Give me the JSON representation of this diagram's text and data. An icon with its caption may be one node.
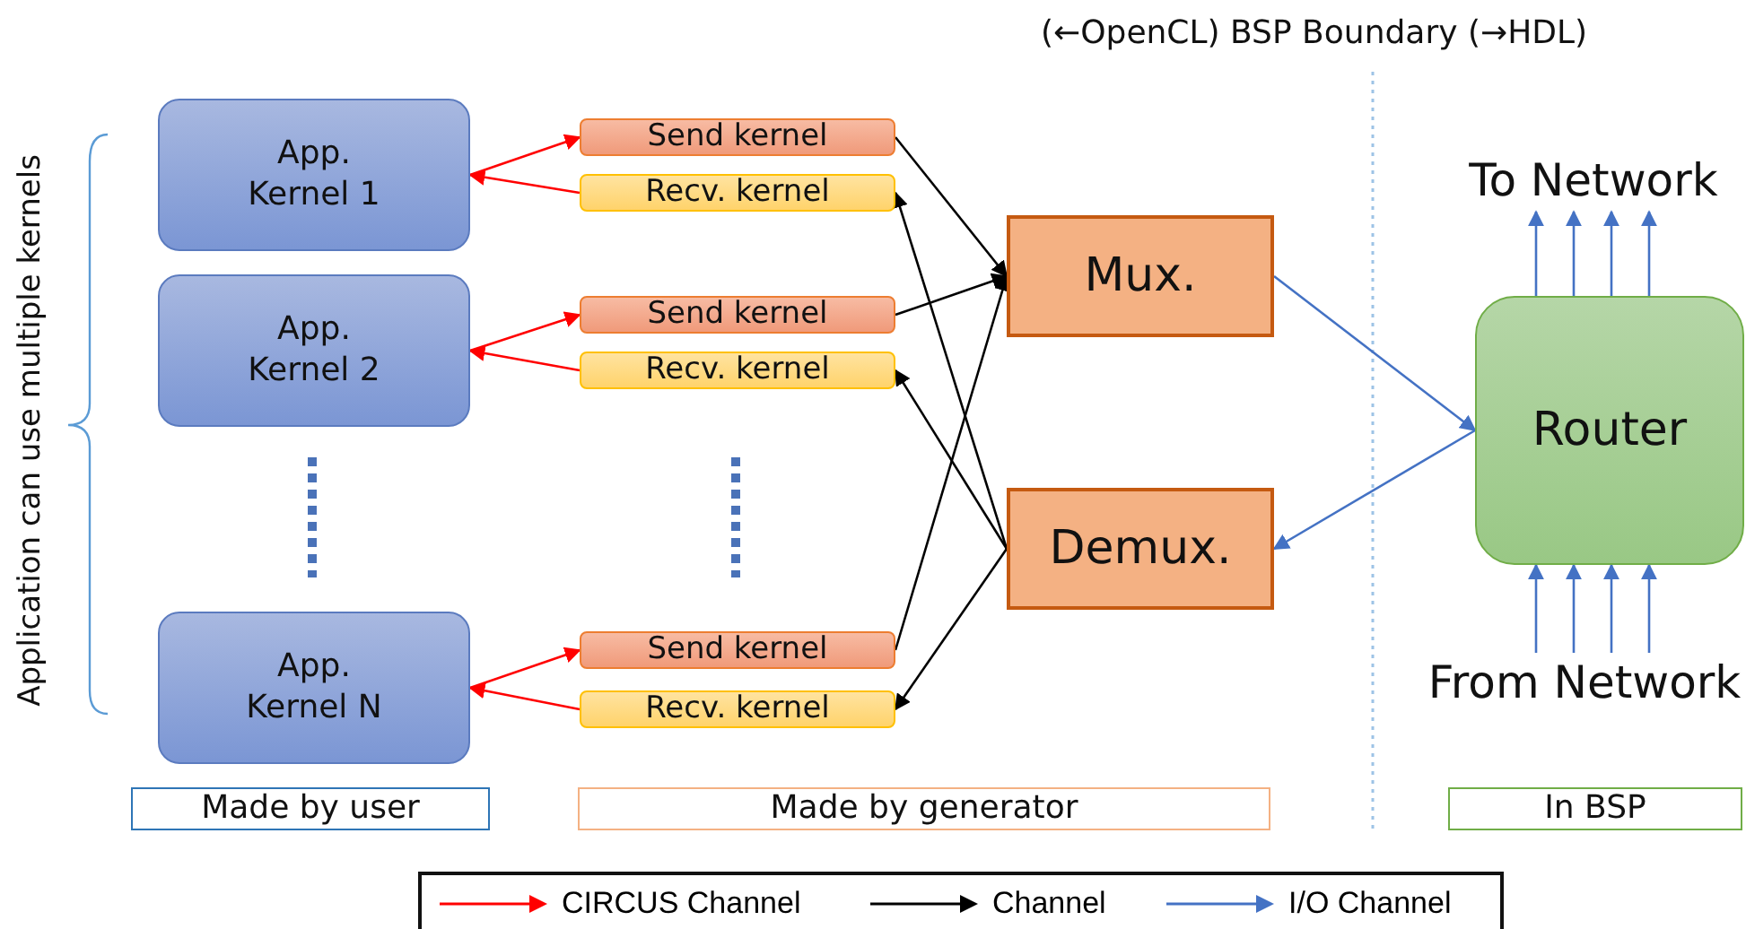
{
  "diagram": {
    "nodes": [
      {
        "text": [
          "App. Kernel 1"
        ]
      },
      {
        "text": [
          "App. Kernel 2"
        ]
      },
      {
        "text": [
          "App. Kernel N"
        ]
      },
      {
        "text": [
          "Send kernel"
        ]
      },
      {
        "text": [
          "Recv. kernel"
        ]
      },
      {
        "text": [
          "Send kernel"
        ]
      },
      {
        "text": [
          "Recv. kernel"
        ]
      },
      {
        "text": [
          "Send kernel"
        ]
      },
      {
        "text": [
          "Recv. kernel"
        ]
      },
      {
        "text": [
          "Mux."
        ]
      },
      {
        "text": [
          "Demux."
        ]
      },
      {
        "text": [
          "Router"
        ]
      },
      {
        "text": [
          "To Network"
        ]
      },
      {
        "text": [
          "From Network"
        ]
      }
    ],
    "edges": [
      {
        "from": 0,
        "to": 3,
        "arrow": "to",
        "color": "#ff0000"
      },
      {
        "from": 4,
        "to": 0,
        "arrow": "to",
        "color": "#ff0000"
      },
      {
        "from": 1,
        "to": 5,
        "arrow": "to",
        "color": "#ff0000"
      },
      {
        "from": 6,
        "to": 1,
        "arrow": "to",
        "color": "#ff0000"
      },
      {
        "from": 2,
        "to": 7,
        "arrow": "to",
        "color": "#ff0000"
      },
      {
        "from": 8,
        "to": 2,
        "arrow": "to",
        "color": "#ff0000"
      },
      {
        "from": 3,
        "to": 9,
        "arrow": "to",
        "color": "#000000"
      },
      {
        "from": 5,
        "to": 9,
        "arrow": "to",
        "color": "#000000"
      },
      {
        "from": 7,
        "to": 9,
        "arrow": "to",
        "color": "#000000"
      },
      {
        "from": 10,
        "to": 4,
        "arrow": "to",
        "color": "#000000"
      },
      {
        "from": 10,
        "to": 6,
        "arrow": "to",
        "color": "#000000"
      },
      {
        "from": 10,
        "to": 8,
        "arrow": "to",
        "color": "#000000"
      },
      {
        "from": 9,
        "to": 11,
        "arrow": "to",
        "color": "#4472c4"
      },
      {
        "from": 11,
        "to": 10,
        "arrow": "to",
        "color": "#4472c4"
      },
      {
        "from": 11,
        "to": 12,
        "arrow": "to",
        "color": "#4472c4"
      },
      {
        "from": 11,
        "to": 12,
        "arrow": "to",
        "color": "#4472c4"
      },
      {
        "from": 11,
        "to": 12,
        "arrow": "to",
        "color": "#4472c4"
      },
      {
        "from": 11,
        "to": 12,
        "arrow": "to",
        "color": "#4472c4"
      },
      {
        "from": 13,
        "to": 11,
        "arrow": "to",
        "color": "#4472c4"
      },
      {
        "from": 13,
        "to": 11,
        "arrow": "to",
        "color": "#4472c4"
      },
      {
        "from": 13,
        "to": 11,
        "arrow": "to",
        "color": "#4472c4"
      },
      {
        "from": 13,
        "to": 11,
        "arrow": "to",
        "color": "#4472c4"
      }
    ],
    "labels": [
      "(←OpenCL) BSP Boundary (→HDL)",
      "Application can use multiple kernels",
      "Made by user",
      "Made by generator",
      "In BSP"
    ],
    "legend": [
      {
        "text": "CIRCUS Channel"
      },
      {
        "text": "Channel"
      },
      {
        "text": "I/O Channel"
      }
    ]
  }
}
